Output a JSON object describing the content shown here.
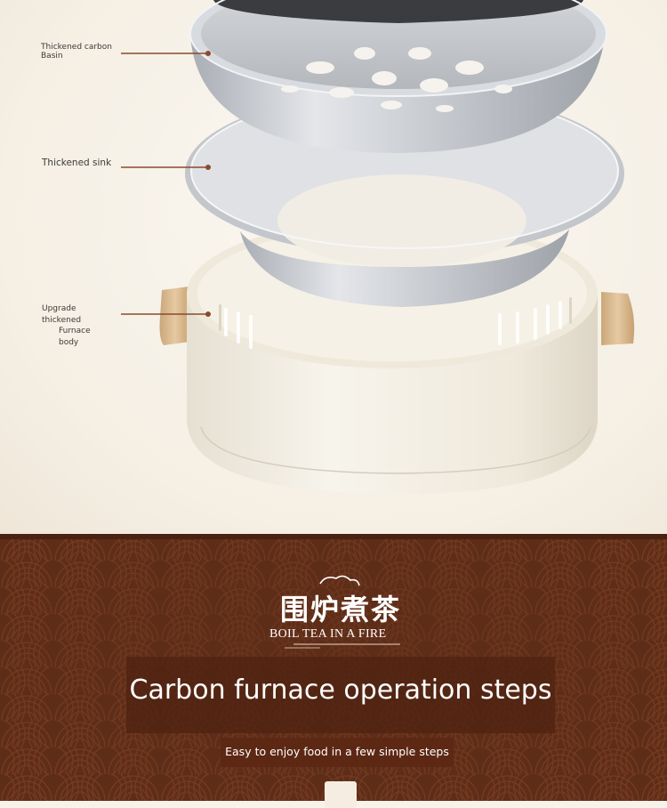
{
  "labels": {
    "carbon_basin_line1": "Thickened carbon",
    "carbon_basin_line2": "Basin",
    "sink": "Thickened sink",
    "furnace_line1": "Upgrade",
    "furnace_line2": "thickened",
    "furnace_line3": "Furnace",
    "furnace_line4": "body"
  },
  "banner": {
    "logo_cn": "围炉煮茶",
    "logo_en": "BOIL TEA IN A FIRE",
    "title": "Carbon furnace operation steps",
    "subtitle": "Easy to enjoy food in a few simple steps"
  },
  "colors": {
    "banner_brown": "#5e2d18",
    "cream_body": "#f3eee2",
    "metal_silver": "#c9cbcf",
    "wood_handle": "#d9b88e"
  }
}
